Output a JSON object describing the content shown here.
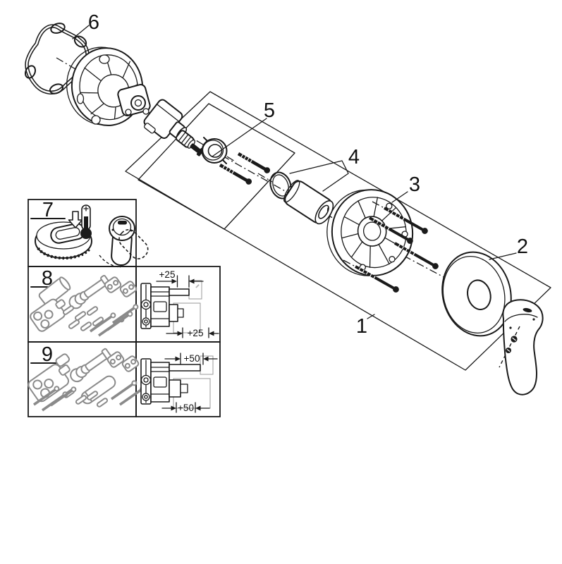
{
  "figure": {
    "type": "exploded-parts-diagram",
    "subject": "concealed single-lever mixer trim set",
    "colors": {
      "line": "#1a1a1a",
      "gray_parts": "#8a8a8a",
      "hatch": "#b5b5b5",
      "background": "#ffffff"
    },
    "callouts": {
      "c1": "1",
      "c2": "2",
      "c3": "3",
      "c4": "4",
      "c5": "5",
      "c6": "6",
      "c7": "7",
      "c8": "8",
      "c9": "9"
    },
    "callout_targets": {
      "c1": "trim-set-group",
      "c2": "escutcheon-plate",
      "c3": "carrier-plate",
      "c4": "sleeve-group",
      "c5": "fixing-kit-group",
      "c6": "seal-gasket",
      "c7": "temperature-limiter-kit",
      "c8": "extension-set-25",
      "c9": "extension-set-50"
    },
    "dimensions": {
      "ext25_top": "+25",
      "ext25_bottom": "+25",
      "ext50_top": "+50",
      "ext50_bottom": "+50"
    },
    "icons": {
      "thermometer": "thermometer-icon",
      "arrow_down": "down-arrow-icon",
      "lever_rotation": "rotating-lever-icon"
    }
  }
}
